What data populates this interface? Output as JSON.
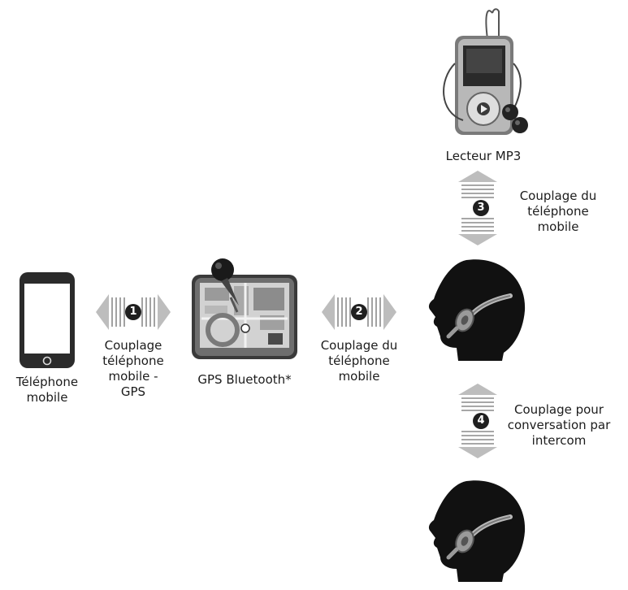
{
  "devices": {
    "phone_label": "Téléphone\nmobile",
    "gps_label": "GPS Bluetooth*",
    "mp3_label": "Lecteur MP3"
  },
  "pairings": [
    {
      "number": "1",
      "label": "Couplage\ntéléphone\nmobile -\nGPS"
    },
    {
      "number": "2",
      "label": "Couplage du\ntéléphone\nmobile"
    },
    {
      "number": "3",
      "label": "Couplage du\ntéléphone\nmobile"
    },
    {
      "number": "4",
      "label": "Couplage pour\nconversation par\nintercom"
    }
  ],
  "colors": {
    "arrow": "#bdbdbd",
    "stripe": "#8a8a8a",
    "badge": "#1f1f1f",
    "device_dark": "#2b2b2b",
    "head": "#111111"
  }
}
